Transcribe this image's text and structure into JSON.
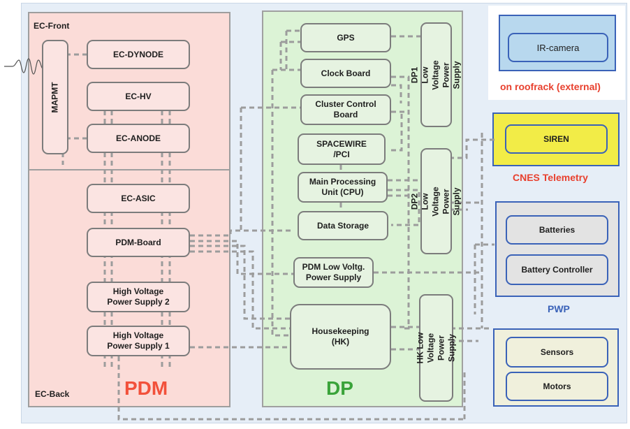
{
  "pdm": {
    "title": "PDM",
    "ec_front": "EC-Front",
    "ec_back": "EC-Back",
    "mapmt": "MAPMT",
    "ec_dynode": "EC-DYNODE",
    "ec_hv": "EC-HV",
    "ec_anode": "EC-ANODE",
    "ec_asic": "EC-ASIC",
    "pdm_board": "PDM-Board",
    "hvps2": "High Voltage\nPower Supply 2",
    "hvps1": "High Voltage\nPower Supply 1"
  },
  "dp": {
    "title": "DP",
    "gps": "GPS",
    "clock_board": "Clock Board",
    "cluster_control": "Cluster Control\nBoard",
    "spacewire": "SPACEWIRE\n/PCI",
    "cpu": "Main Processing\nUnit (CPU)",
    "data_storage": "Data Storage",
    "pdm_lvps": "PDM Low Voltg.\nPower Supply",
    "housekeeping": "Housekeeping\n(HK)",
    "dp1_lvps": "DP1 Low Voltage\nPower Supply",
    "dp2_lvps": "DP2 Low Voltage\nPower Supply",
    "hk_lvps": "HK Low Voltage\nPower Supply"
  },
  "roofrack": {
    "ir_camera": "IR-camera",
    "caption": "on roofrack (external)"
  },
  "cnes": {
    "siren": "SIREN",
    "caption": "CNES Telemetry"
  },
  "pwp": {
    "batteries": "Batteries",
    "battery_controller": "Battery Controller",
    "caption": "PWP"
  },
  "sensors_group": {
    "sensors": "Sensors",
    "motors": "Motors"
  },
  "colors": {
    "pdm_title": "#f2513b",
    "dp_title": "#3aa33a",
    "caption_red": "#e8402e",
    "caption_blue": "#3a62b8",
    "wire": "#9c9c9c"
  }
}
